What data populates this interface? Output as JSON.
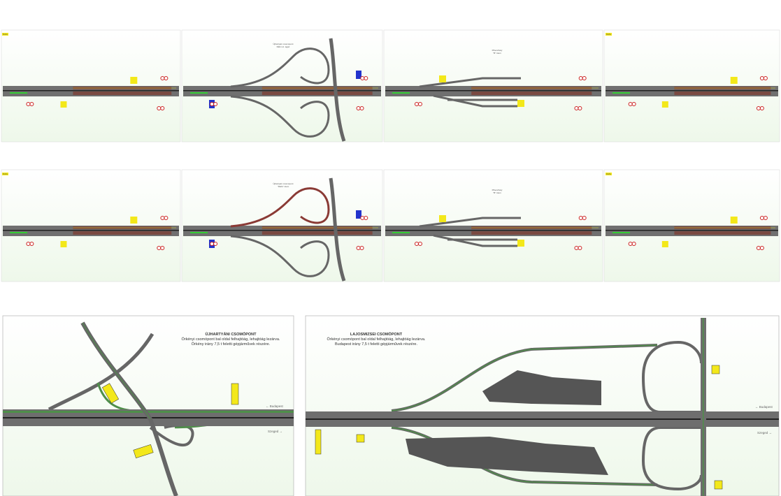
{
  "plans": {
    "top_row": [
      {
        "title": "",
        "tag": "Ráfw"
      },
      {
        "title": "Újhartyáni csomópont",
        "subtitle": "Ráfvi sz. ágaz"
      },
      {
        "title": "Pihenőhely",
        "subtitle": "\"B\" ütem"
      },
      {
        "title": "",
        "tag": "Ráfw"
      }
    ],
    "middle_row": [
      {
        "title": "",
        "tag": "Ráfw"
      },
      {
        "title": "Újhartyáni csomópont",
        "subtitle": "\"Ráfvi\" ütem"
      },
      {
        "title": "Pihenőhely",
        "subtitle": "\"B\" ütem"
      },
      {
        "title": "",
        "tag": "Ráfw"
      }
    ],
    "bottom_left": {
      "title": "ÚJHARTYÁNI CSOMÓPONT",
      "line1": "Örkényi csomópont bal oldal felhajtóág, lehajtóág lezárva.",
      "line2": "Örkény irány 7,5 t feletti gépjárművek részére.",
      "dir_left": "← Budapest",
      "dir_right": "Szeged →"
    },
    "bottom_right": {
      "title": "LAJOSMIZSEI CSOMÓPONT",
      "line1": "Örkényi csomópont bal oldal felhajtóág, lehajtóág lezárva.",
      "line2": "Budapest irány 7,5 t feletti gépjárművek részére.",
      "dir_left": "← Budapest",
      "dir_right": "Szeged →"
    },
    "colors": {
      "road": "#6e6e6e",
      "closed_lane": "#7a4a42",
      "ramp_green": "#4f8f4a",
      "sign_yellow": "#f3e81a",
      "sign_blue": "#2233cc",
      "sign_red": "#cc2222"
    }
  }
}
